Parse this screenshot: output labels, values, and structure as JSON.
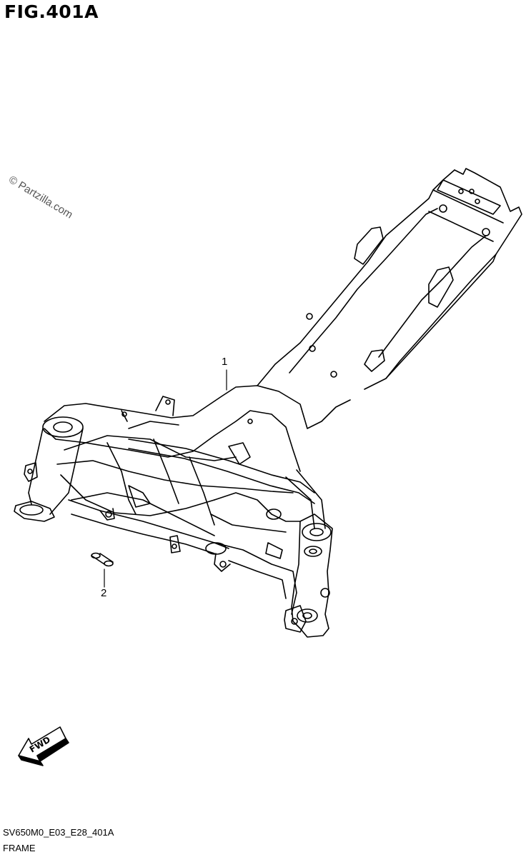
{
  "figure": {
    "title": "FIG.401A"
  },
  "watermark": "© Partzilla.com",
  "callouts": [
    {
      "label": "1",
      "part": "frame"
    },
    {
      "label": "2",
      "part": "collar"
    }
  ],
  "direction_badge": {
    "label": "FWD",
    "icon": "forward-arrow-icon"
  },
  "footer": {
    "code": "SV650M0_E03_E28_401A",
    "name": "FRAME"
  }
}
